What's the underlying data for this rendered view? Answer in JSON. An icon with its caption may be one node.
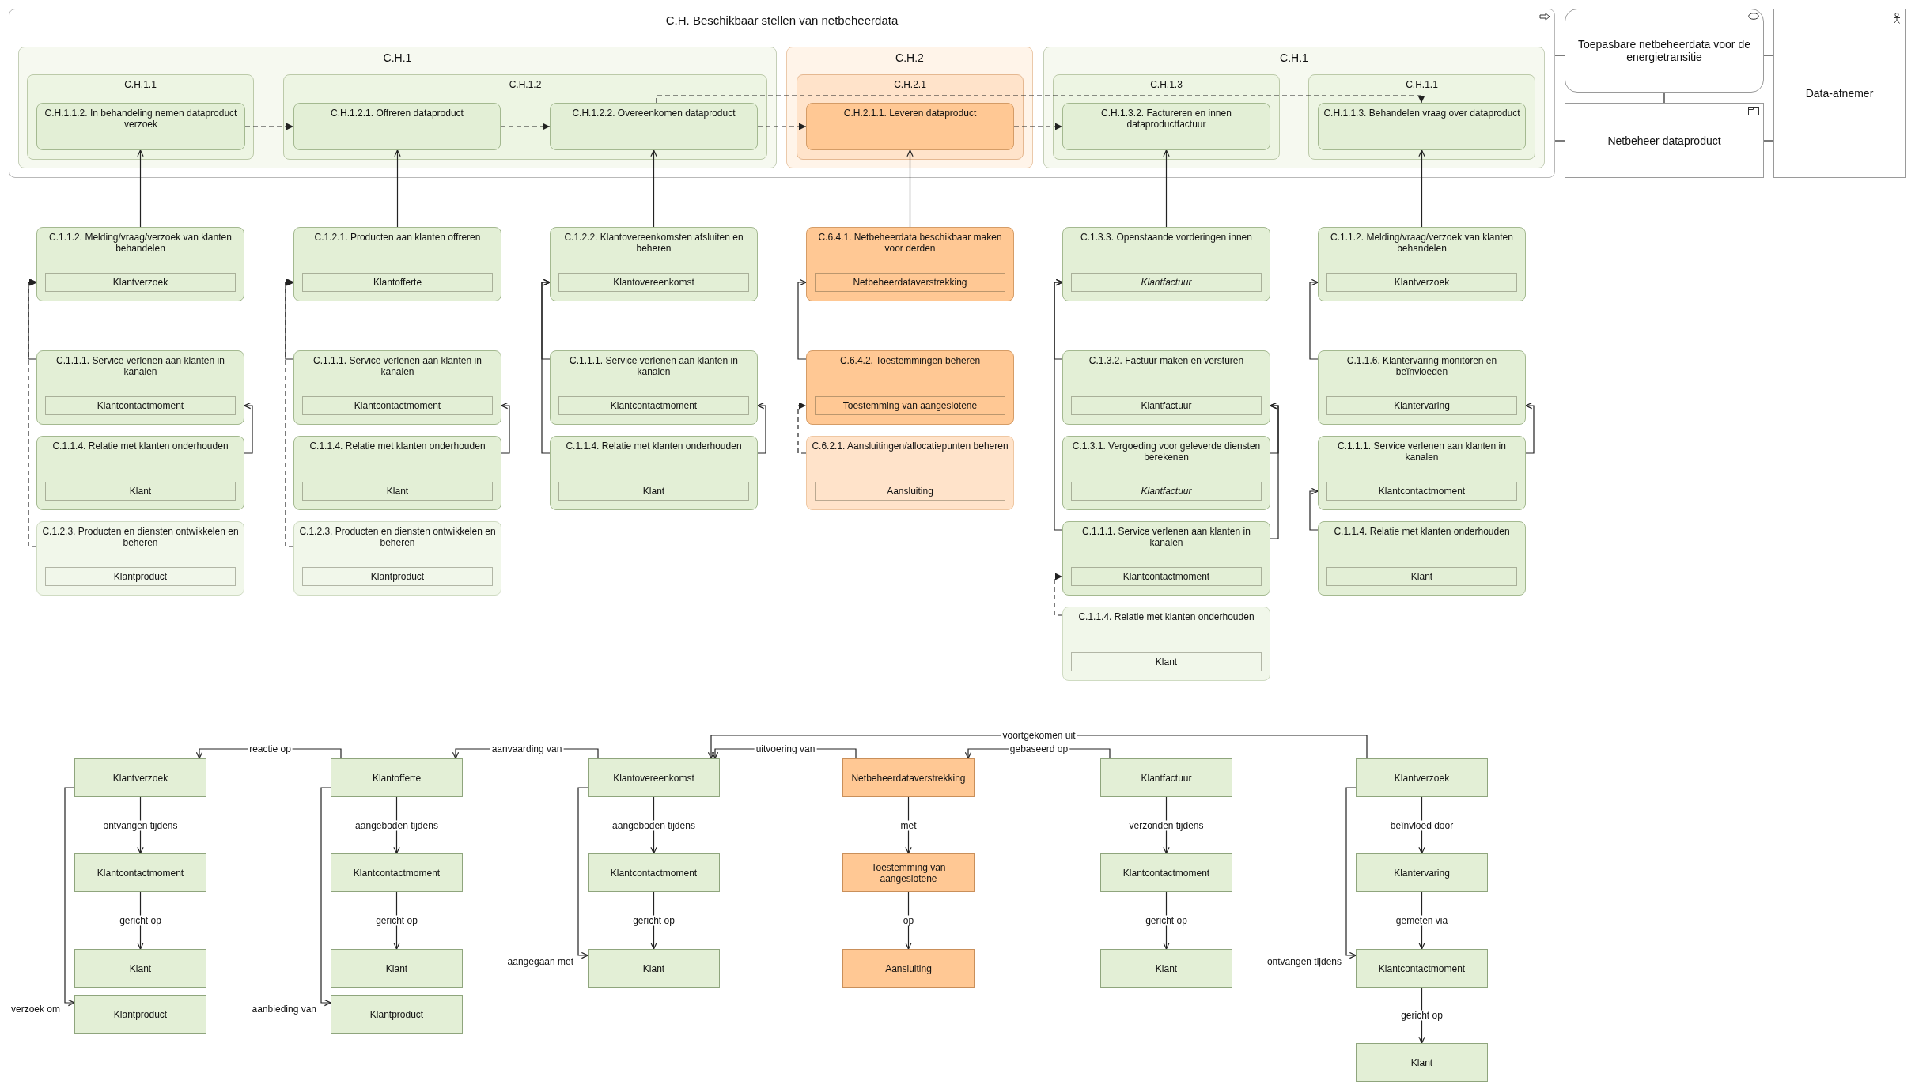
{
  "diagram": {
    "nodes": [
      {
        "text": [
          "C.H. Beschikbaar stellen van netbeheerdata"
        ]
      },
      {
        "text": [
          "C.H.1"
        ],
        "in": 0
      },
      {
        "text": [
          "C.H.1.1"
        ],
        "in": 1
      },
      {
        "text": [
          "C.H.1.1.2. In behandeling nemen dataproduct verzoek"
        ],
        "in": 2
      },
      {
        "text": [
          "C.H.1.2"
        ],
        "in": 1
      },
      {
        "text": [
          "C.H.1.2.1. Offreren dataproduct"
        ],
        "in": 4
      },
      {
        "text": [
          "C.H.1.2.2. Overeenkomen dataproduct"
        ],
        "in": 4
      },
      {
        "text": [
          "C.H.2"
        ],
        "in": 0
      },
      {
        "text": [
          "C.H.2.1"
        ],
        "in": 7
      },
      {
        "text": [
          "C.H.2.1.1. Leveren dataproduct"
        ],
        "in": 8
      },
      {
        "text": [
          "C.H.1"
        ],
        "in": 0
      },
      {
        "text": [
          "C.H.1.3"
        ],
        "in": 10
      },
      {
        "text": [
          "C.H.1.3.2. Factureren en innen dataproductfactuur"
        ],
        "in": 11
      },
      {
        "text": [
          "C.H.1.1"
        ],
        "in": 10
      },
      {
        "text": [
          "C.H.1.1.3. Behandelen vraag over dataproduct"
        ],
        "in": 13
      },
      {
        "text": [
          "Toepasbare netbeheerdata voor de energietransitie"
        ]
      },
      {
        "text": [
          "Netbeheer dataproduct"
        ]
      },
      {
        "text": [
          "Data-afnemer"
        ]
      },
      {
        "text": [
          "C.1.1.2. Melding/vraag/verzoek van klanten behandelen"
        ]
      },
      {
        "text": [
          "Klantverzoek"
        ],
        "in": 18
      },
      {
        "text": [
          "C.1.1.1. Service verlenen aan klanten in kanalen"
        ]
      },
      {
        "text": [
          "Klantcontactmoment"
        ],
        "in": 20
      },
      {
        "text": [
          "C.1.1.4. Relatie met klanten onderhouden"
        ]
      },
      {
        "text": [
          "Klant"
        ],
        "in": 22
      },
      {
        "text": [
          "C.1.2.3. Producten en diensten ontwikkelen en beheren"
        ]
      },
      {
        "text": [
          "Klantproduct"
        ],
        "in": 24
      },
      {
        "text": [
          "C.1.2.1. Producten aan klanten offreren"
        ]
      },
      {
        "text": [
          "Klantofferte"
        ],
        "in": 26
      },
      {
        "text": [
          "C.1.1.1. Service verlenen aan klanten in kanalen"
        ]
      },
      {
        "text": [
          "Klantcontactmoment"
        ],
        "in": 28
      },
      {
        "text": [
          "C.1.1.4. Relatie met klanten onderhouden"
        ]
      },
      {
        "text": [
          "Klant"
        ],
        "in": 30
      },
      {
        "text": [
          "C.1.2.3. Producten en diensten ontwikkelen en beheren"
        ]
      },
      {
        "text": [
          "Klantproduct"
        ],
        "in": 32
      },
      {
        "text": [
          "C.1.2.2. Klantovereenkomsten afsluiten en beheren"
        ]
      },
      {
        "text": [
          "Klantovereenkomst"
        ],
        "in": 34
      },
      {
        "text": [
          "C.1.1.1. Service verlenen aan klanten in kanalen"
        ]
      },
      {
        "text": [
          "Klantcontactmoment"
        ],
        "in": 36
      },
      {
        "text": [
          "C.1.1.4. Relatie met klanten onderhouden"
        ]
      },
      {
        "text": [
          "Klant"
        ],
        "in": 38
      },
      {
        "text": [
          "C.6.4.1. Netbeheerdata beschikbaar maken voor derden"
        ]
      },
      {
        "text": [
          "Netbeheerdataverstrekking"
        ],
        "in": 40
      },
      {
        "text": [
          "C.6.4.2. Toestemmingen beheren"
        ]
      },
      {
        "text": [
          "Toestemming van aangeslotene"
        ],
        "in": 42
      },
      {
        "text": [
          "C.6.2.1. Aansluitingen/allocatiepunten beheren"
        ]
      },
      {
        "text": [
          "Aansluiting"
        ],
        "in": 44
      },
      {
        "text": [
          "C.1.3.3. Openstaande vorderingen innen"
        ]
      },
      {
        "text": [
          "Klantfactuur"
        ],
        "in": 46
      },
      {
        "text": [
          "C.1.3.2. Factuur maken en versturen"
        ]
      },
      {
        "text": [
          "Klantfactuur"
        ],
        "in": 48
      },
      {
        "text": [
          "C.1.3.1. Vergoeding voor geleverde diensten berekenen"
        ]
      },
      {
        "text": [
          "Klantfactuur"
        ],
        "in": 50
      },
      {
        "text": [
          "C.1.1.1. Service verlenen aan klanten in kanalen"
        ]
      },
      {
        "text": [
          "Klantcontactmoment"
        ],
        "in": 52
      },
      {
        "text": [
          "C.1.1.4. Relatie met klanten onderhouden"
        ]
      },
      {
        "text": [
          "Klant"
        ],
        "in": 54
      },
      {
        "text": [
          "C.1.1.2. Melding/vraag/verzoek van klanten behandelen"
        ]
      },
      {
        "text": [
          "Klantverzoek"
        ],
        "in": 56
      },
      {
        "text": [
          "C.1.1.6. Klantervaring monitoren en beïnvloeden"
        ]
      },
      {
        "text": [
          "Klantervaring"
        ],
        "in": 58
      },
      {
        "text": [
          "C.1.1.1. Service verlenen aan klanten in kanalen"
        ]
      },
      {
        "text": [
          "Klantcontactmoment"
        ],
        "in": 60
      },
      {
        "text": [
          "C.1.1.4. Relatie met klanten onderhouden"
        ]
      },
      {
        "text": [
          "Klant"
        ],
        "in": 62
      },
      {
        "text": [
          "Klantverzoek"
        ]
      },
      {
        "text": [
          "Klantcontactmoment"
        ]
      },
      {
        "text": [
          "Klant"
        ]
      },
      {
        "text": [
          "Klantproduct"
        ]
      },
      {
        "text": [
          "Klantofferte"
        ]
      },
      {
        "text": [
          "Klantcontactmoment"
        ]
      },
      {
        "text": [
          "Klant"
        ]
      },
      {
        "text": [
          "Klantproduct"
        ]
      },
      {
        "text": [
          "Klantovereenkomst"
        ]
      },
      {
        "text": [
          "Klantcontactmoment"
        ]
      },
      {
        "text": [
          "Klant"
        ]
      },
      {
        "text": [
          "Netbeheerdataverstrekking"
        ]
      },
      {
        "text": [
          "Toestemming van aangeslotene"
        ]
      },
      {
        "text": [
          "Aansluiting"
        ]
      },
      {
        "text": [
          "Klantfactuur"
        ]
      },
      {
        "text": [
          "Klantcontactmoment"
        ]
      },
      {
        "text": [
          "Klant"
        ]
      },
      {
        "text": [
          "Klantverzoek"
        ]
      },
      {
        "text": [
          "Klantervaring"
        ]
      },
      {
        "text": [
          "Klantcontactmoment"
        ]
      },
      {
        "text": [
          "Klant"
        ]
      }
    ],
    "edges": [
      {
        "from": 3,
        "to": 5,
        "arrow": "to",
        "style": "dashed"
      },
      {
        "from": 5,
        "to": 6,
        "arrow": "to",
        "style": "dashed"
      },
      {
        "from": 6,
        "to": 9,
        "arrow": "to",
        "style": "dashed"
      },
      {
        "from": 6,
        "to": 14,
        "arrow": "to",
        "style": "dashed"
      },
      {
        "from": 9,
        "to": 12,
        "arrow": "to",
        "style": "dashed"
      },
      {
        "from": 0,
        "to": 15,
        "arrow": "none"
      },
      {
        "from": 0,
        "to": 16,
        "arrow": "none"
      },
      {
        "from": 15,
        "to": 16,
        "arrow": "none"
      },
      {
        "from": 15,
        "to": 17,
        "arrow": "none"
      },
      {
        "from": 16,
        "to": 17,
        "arrow": "none"
      },
      {
        "from": 18,
        "to": 3,
        "arrow": "to"
      },
      {
        "from": 26,
        "to": 5,
        "arrow": "to"
      },
      {
        "from": 34,
        "to": 6,
        "arrow": "to"
      },
      {
        "from": 40,
        "to": 9,
        "arrow": "to"
      },
      {
        "from": 46,
        "to": 12,
        "arrow": "to"
      },
      {
        "from": 56,
        "to": 14,
        "arrow": "to"
      },
      {
        "from": 20,
        "to": 18,
        "arrow": "to"
      },
      {
        "from": 24,
        "to": 18,
        "arrow": "to",
        "style": "dashed"
      },
      {
        "from": 22,
        "to": 20,
        "arrow": "to"
      },
      {
        "from": 28,
        "to": 26,
        "arrow": "to"
      },
      {
        "from": 32,
        "to": 26,
        "arrow": "to",
        "style": "dashed"
      },
      {
        "from": 30,
        "to": 28,
        "arrow": "to"
      },
      {
        "from": 36,
        "to": 34,
        "arrow": "to"
      },
      {
        "from": 38,
        "to": 34,
        "arrow": "to"
      },
      {
        "from": 38,
        "to": 36,
        "arrow": "to"
      },
      {
        "from": 42,
        "to": 40,
        "arrow": "to"
      },
      {
        "from": 44,
        "to": 42,
        "arrow": "to",
        "style": "dashed"
      },
      {
        "from": 48,
        "to": 46,
        "arrow": "to"
      },
      {
        "from": 52,
        "to": 46,
        "arrow": "to"
      },
      {
        "from": 50,
        "to": 48,
        "arrow": "to"
      },
      {
        "from": 52,
        "to": 48,
        "arrow": "to"
      },
      {
        "from": 54,
        "to": 52,
        "arrow": "to",
        "style": "dashed"
      },
      {
        "from": 58,
        "to": 56,
        "arrow": "to"
      },
      {
        "from": 62,
        "to": 60,
        "arrow": "to"
      },
      {
        "from": 60,
        "to": 58,
        "arrow": "to"
      },
      {
        "from": 64,
        "to": 65,
        "arrow": "to",
        "label": "ontvangen tijdens"
      },
      {
        "from": 65,
        "to": 66,
        "arrow": "to",
        "label": "gericht op"
      },
      {
        "from": 64,
        "to": 67,
        "arrow": "to",
        "label": "verzoek om"
      },
      {
        "from": 68,
        "to": 64,
        "arrow": "to",
        "label": "reactie op"
      },
      {
        "from": 68,
        "to": 69,
        "arrow": "to",
        "label": "aangeboden tijdens"
      },
      {
        "from": 69,
        "to": 70,
        "arrow": "to",
        "label": "gericht op"
      },
      {
        "from": 68,
        "to": 71,
        "arrow": "to",
        "label": "aanbieding van"
      },
      {
        "from": 72,
        "to": 68,
        "arrow": "to",
        "label": "aanvaarding van"
      },
      {
        "from": 72,
        "to": 73,
        "arrow": "to",
        "label": "aangeboden tijdens"
      },
      {
        "from": 73,
        "to": 74,
        "arrow": "to",
        "label": "gericht op"
      },
      {
        "from": 72,
        "to": 74,
        "arrow": "to",
        "label": "aangegaan met"
      },
      {
        "from": 75,
        "to": 72,
        "arrow": "to",
        "label": "uitvoering van"
      },
      {
        "from": 81,
        "to": 72,
        "arrow": "to",
        "label": "voortgekomen uit"
      },
      {
        "from": 75,
        "to": 76,
        "arrow": "to",
        "label": "met"
      },
      {
        "from": 76,
        "to": 77,
        "arrow": "to",
        "label": "op"
      },
      {
        "from": 78,
        "to": 75,
        "arrow": "to",
        "label": "gebaseerd op"
      },
      {
        "from": 78,
        "to": 79,
        "arrow": "to",
        "label": "verzonden tijdens"
      },
      {
        "from": 79,
        "to": 80,
        "arrow": "to",
        "label": "gericht op"
      },
      {
        "from": 81,
        "to": 82,
        "arrow": "to",
        "label": "beïnvloed door"
      },
      {
        "from": 82,
        "to": 83,
        "arrow": "to",
        "label": "gemeten via"
      },
      {
        "from": 81,
        "to": 83,
        "arrow": "to",
        "label": "ontvangen tijdens"
      },
      {
        "from": 83,
        "to": 84,
        "arrow": "to",
        "label": "gericht op"
      }
    ]
  }
}
